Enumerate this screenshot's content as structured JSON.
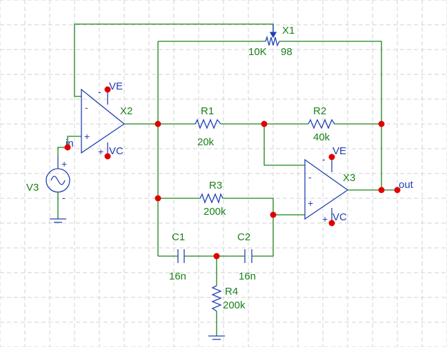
{
  "colors": {
    "grid": "#d2d2d2",
    "wire": "#1a801a",
    "component": "#1f3fb3",
    "label": "#1a801a",
    "net_label": "#1f3fb3",
    "node": "#e00000"
  },
  "components": {
    "x1": {
      "ref": "X1",
      "value": "10K",
      "extra": "98"
    },
    "x2": {
      "ref": "X2",
      "pin_plus": "+",
      "pin_minus": "-",
      "supply_pos": "VE",
      "supply_neg": "VC",
      "supply_pos_sign": "-",
      "supply_neg_sign": "+"
    },
    "x3": {
      "ref": "X3",
      "pin_plus": "+",
      "pin_minus": "-",
      "supply_pos": "VE",
      "supply_neg": "VC",
      "supply_pos_sign": "-",
      "supply_neg_sign": "+"
    },
    "r1": {
      "ref": "R1",
      "value": "20k"
    },
    "r2": {
      "ref": "R2",
      "value": "40k"
    },
    "r3": {
      "ref": "R3",
      "value": "200k"
    },
    "r4": {
      "ref": "R4",
      "value": "200k"
    },
    "c1": {
      "ref": "C1",
      "value": "16n"
    },
    "c2": {
      "ref": "C2",
      "value": "16n"
    },
    "v3": {
      "ref": "V3",
      "plus": "+",
      "minus": "-"
    }
  },
  "nets": {
    "input": "in",
    "output": "out"
  }
}
